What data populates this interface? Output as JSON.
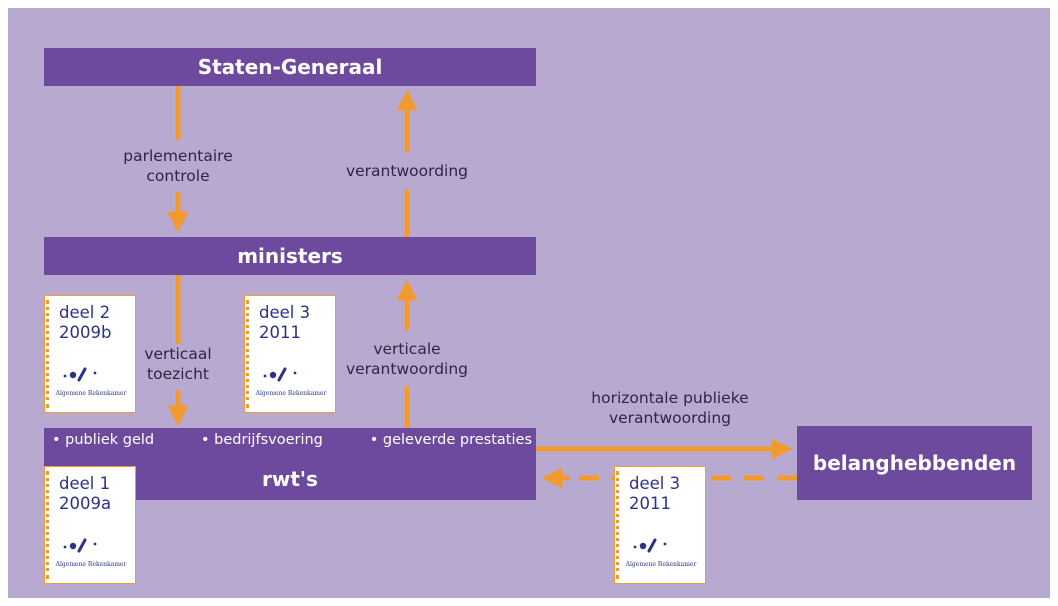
{
  "colors": {
    "background": "#b8a9d1",
    "bar": "#6e4a9e",
    "arrow": "#f39a2e",
    "doc_text": "#2a3388"
  },
  "bars": {
    "staten": "Staten-Generaal",
    "ministers": "ministers",
    "rwt": "rwt's",
    "rwt_items": [
      "• publiek geld",
      "• bedrijfsvoering",
      "• geleverde prestaties"
    ],
    "belang": "belanghebbenden"
  },
  "labels": {
    "parlementaire_1": "parlementaire",
    "parlementaire_2": "controle",
    "verantwoording": "verantwoording",
    "verticaal_1": "verticaal",
    "verticaal_2": "toezicht",
    "verticale_1": "verticale",
    "verticale_2": "verantwoording",
    "horizontale_1": "horizontale publieke",
    "horizontale_2": "verantwoording"
  },
  "documents": [
    {
      "line1": "deel 2",
      "line2": "2009b",
      "org": "Algemene Rekenkamer",
      "icon": "rekenkamer-logo-icon"
    },
    {
      "line1": "deel 3",
      "line2": "2011",
      "org": "Algemene Rekenkamer",
      "icon": "rekenkamer-logo-icon"
    },
    {
      "line1": "deel 1",
      "line2": "2009a",
      "org": "Algemene Rekenkamer",
      "icon": "rekenkamer-logo-icon"
    },
    {
      "line1": "deel 3",
      "line2": "2011",
      "org": "Algemene Rekenkamer",
      "icon": "rekenkamer-logo-icon"
    }
  ]
}
